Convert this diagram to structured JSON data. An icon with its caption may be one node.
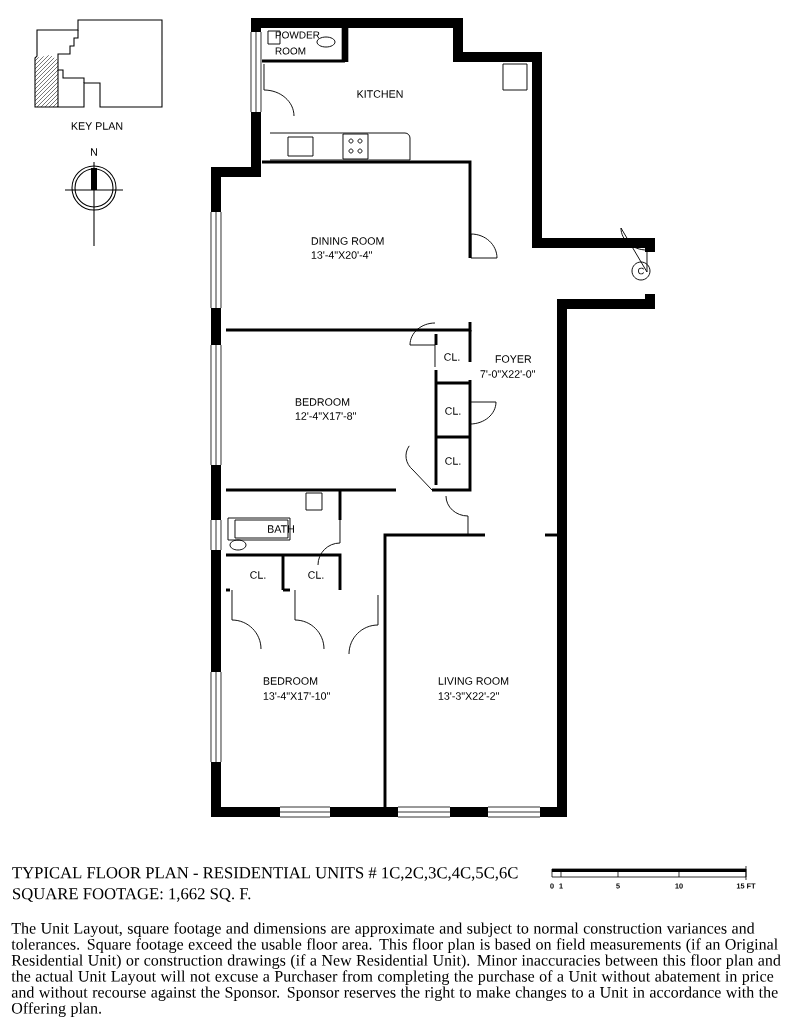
{
  "diagram": {
    "title": "TYPICAL FLOOR PLAN - RESIDENTIAL UNITS # 1C,2C,3C,4C,5C,6C",
    "caption": "The Unit Layout, square footage and dimensions are approximate and subject to normal construction variances and tolerances. Square footage exceed the usable floor area. This floor plan is based on field measurements (if an Original Residential Unit) or construction drawings (if a New Residential Unit). Minor inaccuracies between this floor plan and the actual Unit Layout will not excuse a Purchaser from completing the purchase of a Unit without abatement in price and without recourse against the Sponsor. Sponsor reserves the right to make changes to a Unit in accordance with the Offering plan.",
    "labels": [
      "KEY PLAN",
      "N",
      "POWDER ROOM",
      "KITCHEN",
      "DINING ROOM",
      "13'-4\"X20'-4\"",
      "C",
      "CL.",
      "FOYER",
      "7'-0\"X22'-0\"",
      "BEDROOM",
      "12'-4\"X17'-8\"",
      "CL.",
      "CL.",
      "BATH",
      "CL.",
      "CL.",
      "BEDROOM",
      "13'-4\"X17'-10\"",
      "LIVING ROOM",
      "13'-3\"X22'-2\"",
      "SQUARE FOOTAGE: 1,662 SQ. F.",
      "0",
      "1",
      "5",
      "10",
      "15 FT"
    ]
  }
}
